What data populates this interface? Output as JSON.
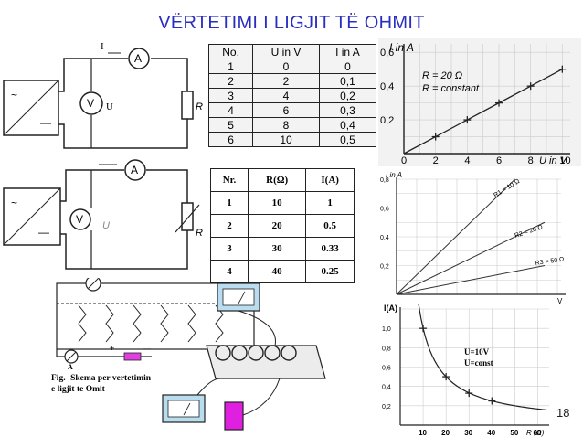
{
  "title": "VËRTETIMI I LIGJIT TË OHMIT",
  "page_number": "18",
  "circuit1": {
    "current_label": "I",
    "ammeter": "A",
    "voltmeter": "V",
    "voltage_label": "U",
    "resistor": "R"
  },
  "table1": {
    "headers": [
      "No.",
      "U in V",
      "I in A"
    ],
    "rows": [
      [
        "1",
        "0",
        "0"
      ],
      [
        "2",
        "2",
        "0,1"
      ],
      [
        "3",
        "4",
        "0,2"
      ],
      [
        "4",
        "6",
        "0,3"
      ],
      [
        "5",
        "8",
        "0,4"
      ],
      [
        "6",
        "10",
        "0,5"
      ]
    ]
  },
  "chart1": {
    "y_label": "I in A",
    "x_label": "U in V",
    "legend": [
      "R = 20 Ω",
      "R = constant"
    ],
    "x_ticks": [
      "0",
      "2",
      "4",
      "6",
      "8",
      "10"
    ],
    "y_ticks": [
      "0,2",
      "0,4",
      "0,6"
    ]
  },
  "circuit2": {
    "ammeter": "A",
    "voltmeter": "V",
    "voltage_label": "U",
    "resistor": "R"
  },
  "table2": {
    "headers": [
      "Nr.",
      "R(Ω)",
      "I(A)"
    ],
    "rows": [
      [
        "1",
        "10",
        "1"
      ],
      [
        "2",
        "20",
        "0.5"
      ],
      [
        "3",
        "30",
        "0.33"
      ],
      [
        "4",
        "40",
        "0.25"
      ]
    ]
  },
  "chart2": {
    "y_label": "I in A",
    "x_label": "V",
    "y_ticks": [
      "0,8",
      "0,6",
      "0,4",
      "0,2"
    ],
    "lines": [
      "R1 = 10 Ω",
      "R2 = 20 Ω",
      "R3 = 50 Ω"
    ]
  },
  "chart3": {
    "y_label": "I(A)",
    "x_label": "R (Ω)",
    "y_ticks": [
      "1,0",
      "0,8",
      "0,6",
      "0,4",
      "0,2"
    ],
    "x_ticks": [
      "10",
      "20",
      "30",
      "40",
      "50",
      "60"
    ],
    "annotation": [
      "U=10V",
      "U=const"
    ]
  },
  "figure_caption": [
    "Fig.- Skema per vertetimin",
    "e ligjit te Omit"
  ],
  "chart_data": [
    {
      "type": "line",
      "title": "",
      "xlabel": "U in V",
      "ylabel": "I in A",
      "x": [
        0,
        2,
        4,
        6,
        8,
        10
      ],
      "series": [
        {
          "name": "R = 20 Ω",
          "values": [
            0,
            0.1,
            0.2,
            0.3,
            0.4,
            0.5
          ]
        }
      ],
      "xlim": [
        0,
        10.5
      ],
      "ylim": [
        0,
        0.65
      ],
      "grid": true
    },
    {
      "type": "line",
      "title": "",
      "xlabel": "V",
      "ylabel": "I in A",
      "x": [
        0,
        10
      ],
      "series": [
        {
          "name": "R1 = 10 Ω",
          "values": [
            0,
            1.0
          ]
        },
        {
          "name": "R2 = 20 Ω",
          "values": [
            0,
            0.5
          ]
        },
        {
          "name": "R3 = 50 Ω",
          "values": [
            0,
            0.2
          ]
        }
      ],
      "ylim": [
        0,
        0.8
      ],
      "grid": true
    },
    {
      "type": "line",
      "title": "",
      "xlabel": "R (Ω)",
      "ylabel": "I(A)",
      "x": [
        10,
        20,
        30,
        40,
        50,
        60
      ],
      "series": [
        {
          "name": "U=10V",
          "values": [
            1.0,
            0.5,
            0.33,
            0.25,
            0.2,
            0.17
          ]
        }
      ],
      "xlim": [
        0,
        65
      ],
      "ylim": [
        0,
        1.2
      ],
      "grid": true
    }
  ]
}
